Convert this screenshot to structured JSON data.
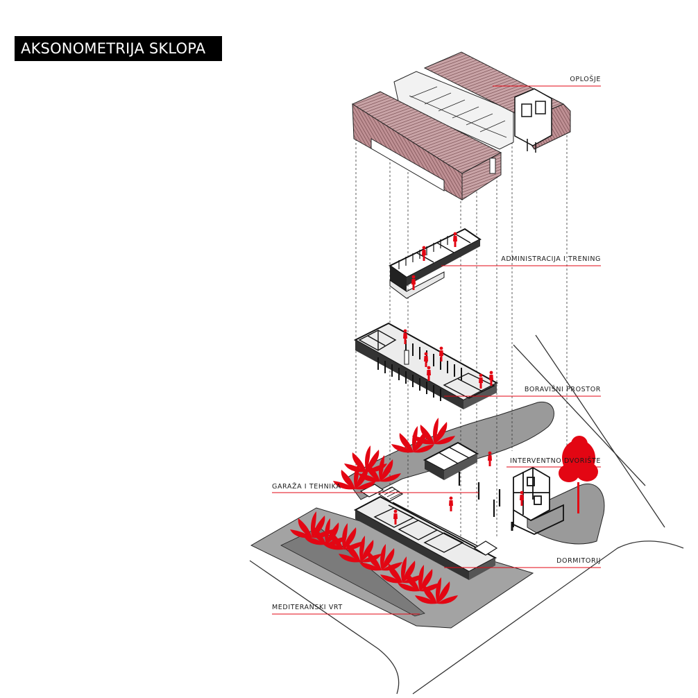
{
  "title": "AKSONOMETRIJA SKLOPA",
  "labels": {
    "oplosje": "OPLOŠJE",
    "administracija": "ADMINISTRACIJA I TRENING",
    "boravisni": "BORAVIŠNI PROSTOR",
    "interventno": "INTERVENTNO DVORIŠTE",
    "garaza": "GARAŽA I TEHNIKA",
    "dormitorij": "DORMITORIJ",
    "vrt": "MEDITERANSKI VRT"
  },
  "colors": {
    "accent": "#e30613",
    "roof": "#b8888c",
    "ground": "#9a9a9a",
    "ink": "#000000"
  }
}
